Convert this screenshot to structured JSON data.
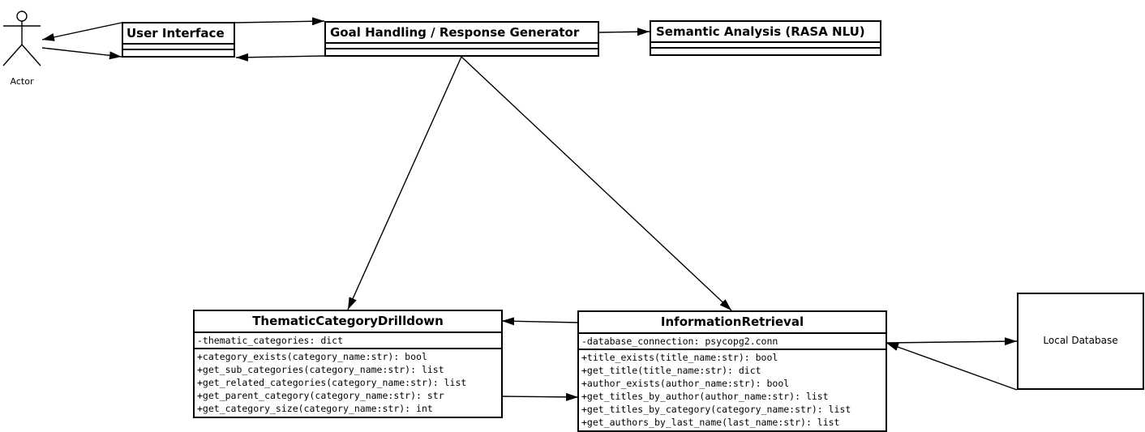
{
  "actor": {
    "label": "Actor"
  },
  "user_interface": {
    "title": "User Interface"
  },
  "goal_handling": {
    "title": "Goal Handling / Response Generator"
  },
  "semantic_analysis": {
    "title": "Semantic Analysis (RASA NLU)"
  },
  "thematic": {
    "title": "ThematicCategoryDrilldown",
    "attributes": [
      "-thematic_categories: dict"
    ],
    "methods": [
      "+category_exists(category_name:str): bool",
      "+get_sub_categories(category_name:str): list",
      "+get_related_categories(category_name:str): list",
      "+get_parent_category(category_name:str): str",
      "+get_category_size(category_name:str): int"
    ]
  },
  "info_retrieval": {
    "title": "InformationRetrieval",
    "attributes": [
      "-database_connection: psycopg2.conn"
    ],
    "methods": [
      "+title_exists(title_name:str): bool",
      "+get_title(title_name:str): dict",
      "+author_exists(author_name:str): bool",
      "+get_titles_by_author(author_name:str): list",
      "+get_titles_by_category(category_name:str): list",
      "+get_authors_by_last_name(last_name:str): list"
    ]
  },
  "database": {
    "label": "Local Database"
  }
}
